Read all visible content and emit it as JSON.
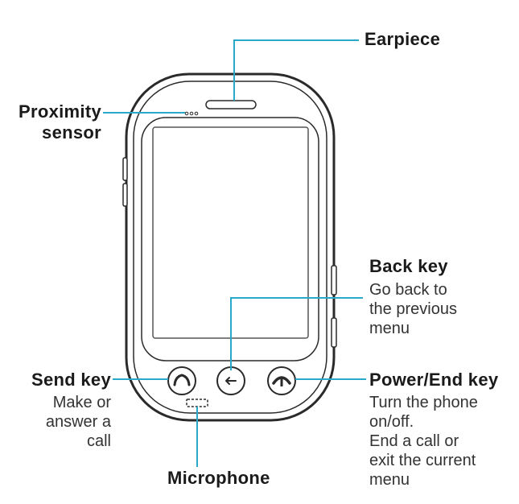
{
  "colors": {
    "callout": "#29a9c9",
    "outline": "#2a2a2a",
    "screen_border": "#555555",
    "label_text": "#1a1a1a"
  },
  "labels": {
    "earpiece": {
      "title": "Earpiece"
    },
    "proximity": {
      "title_line1": "Proximity",
      "title_line2": "sensor"
    },
    "back_key": {
      "title": "Back key",
      "desc": [
        "Go back to",
        "the previous",
        "menu"
      ]
    },
    "send_key": {
      "title": "Send key",
      "desc": [
        "Make or",
        "answer a",
        "call"
      ]
    },
    "power_key": {
      "title": "Power/End key",
      "desc": [
        "Turn the phone",
        "on/off.",
        "End a call or",
        "exit the current",
        "menu"
      ]
    },
    "microphone": {
      "title": "Microphone"
    }
  },
  "icons": {
    "send": "phone-handset-icon",
    "back": "back-arrow-icon",
    "end": "hangup-handset-icon"
  }
}
